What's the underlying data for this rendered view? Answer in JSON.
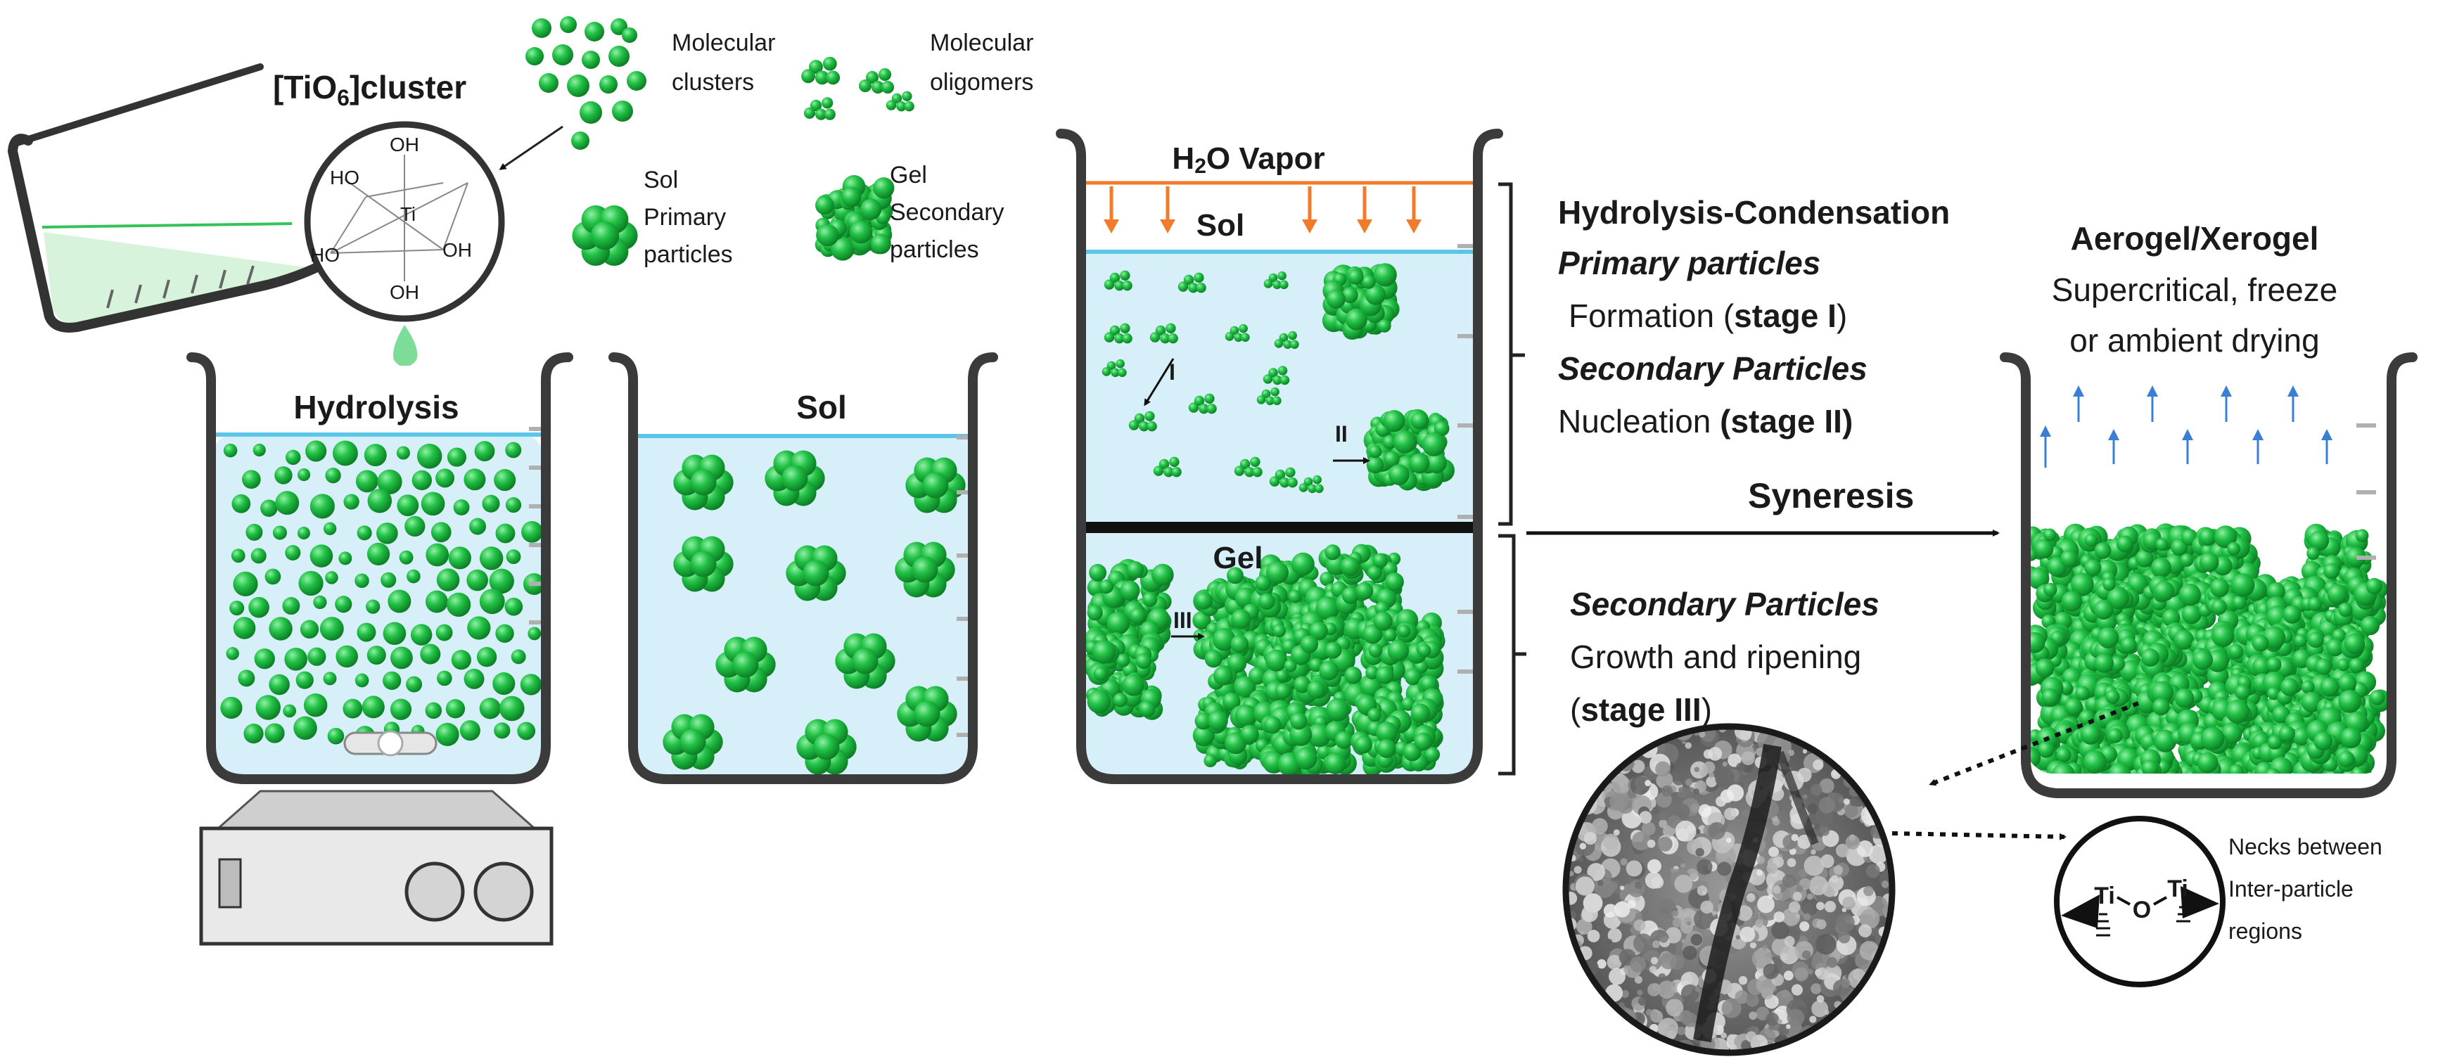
{
  "cluster": {
    "title_main": "[TiO",
    "title_sub": "6",
    "title_end": "]cluster",
    "atoms": {
      "top": "OH",
      "left_upper": "HO",
      "center": "Ti",
      "left_lower": "HO",
      "right_lower": "OH",
      "bottom": "OH"
    }
  },
  "legend": {
    "molecular_clusters": [
      "Molecular",
      "clusters"
    ],
    "molecular_oligomers": [
      "Molecular",
      "oligomers"
    ],
    "sol_primary": [
      "Sol",
      "Primary",
      "particles"
    ],
    "gel_secondary": [
      "Gel",
      "Secondary",
      "particles"
    ]
  },
  "beakers": {
    "hydrolysis": "Hydrolysis",
    "sol": "Sol",
    "vapor_main": "H",
    "vapor_sub": "2",
    "vapor_end": "O Vapor",
    "sol_upper": "Sol",
    "gel_lower": "Gel",
    "stage_marks": {
      "one": "I",
      "two": "II",
      "three": "III"
    }
  },
  "stages_text": {
    "line1": "Hydrolysis-Condensation",
    "line2": "Primary particles",
    "line3_prefix": "Formation (",
    "line3_bold": "stage I",
    "line3_suffix": ")",
    "line4": "Secondary Particles",
    "line5_prefix": "Nucleation ",
    "line5_bold": "(stage II)",
    "syneresis": "Syneresis",
    "line6": "Secondary Particles",
    "line7": "Growth and ripening",
    "line8_prefix": "(",
    "line8_bold": "stage III",
    "line8_suffix": ")"
  },
  "aerogel": {
    "title": "Aerogel/Xerogel",
    "line1": "Supercritical, freeze",
    "line2": "or ambient drying"
  },
  "necks": {
    "ti_left": "Ti",
    "o": "O",
    "ti_right": "Ti",
    "caption": [
      "Necks between",
      "Inter-particle",
      "regions"
    ]
  },
  "colors": {
    "particle": "#19b53a",
    "particle_dark": "#0e8a28",
    "liquid": "#d6eff8",
    "surface": "#5bc6e8",
    "beaker": "#3b3b3b",
    "arrow_orange": "#f07b2a",
    "arrow_blue": "#3b7fd4",
    "drop": "#7ddc98"
  }
}
